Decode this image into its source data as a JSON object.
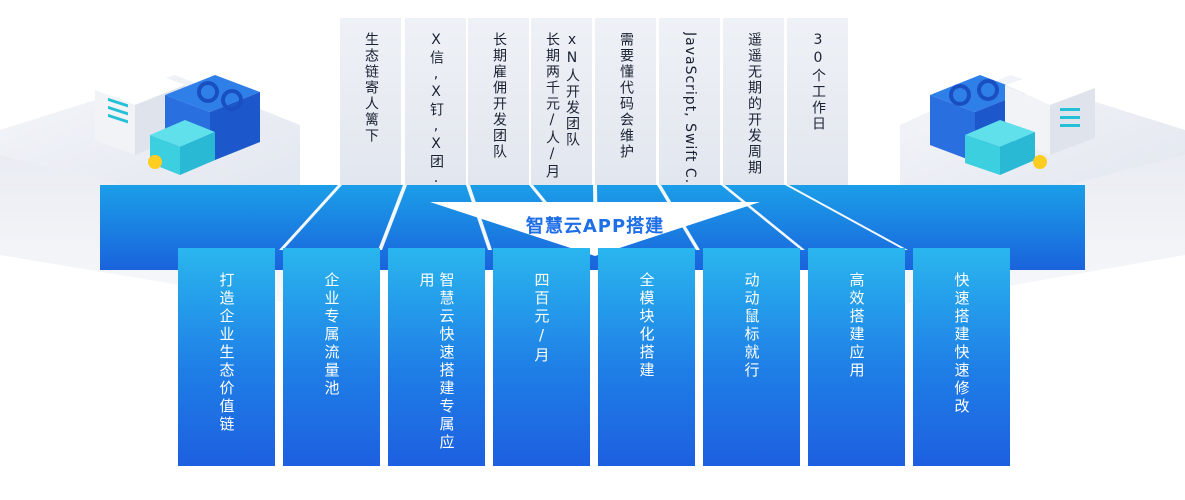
{
  "banner": {
    "title": "智慧云APP搭建"
  },
  "top_columns": [
    {
      "text": "生态链寄人篱下",
      "sideways": false
    },
    {
      "text": "X信,X钉,X团..",
      "sideways": false
    },
    {
      "text": "长期雇佣开发团队",
      "sideways": false
    },
    {
      "text": "xN人开发团队\n长期两千元/人/月",
      "sideways": false
    },
    {
      "text": "需要懂代码会维护",
      "sideways": false
    },
    {
      "text": "JavaScript, Swift C..",
      "sideways": true
    },
    {
      "text": "遥遥无期的开发周期",
      "sideways": false
    },
    {
      "text": "30个工作日",
      "sideways": false
    }
  ],
  "bottom_columns": [
    {
      "text": "打造企业生态价值链"
    },
    {
      "text": "企业专属流量池"
    },
    {
      "text": "智慧云快速搭建专属应用"
    },
    {
      "text": "四百元/月"
    },
    {
      "text": "全模块化搭建"
    },
    {
      "text": "动动鼠标就行"
    },
    {
      "text": "高效搭建应用"
    },
    {
      "text": "快速搭建快速修改"
    }
  ],
  "colors": {
    "accent": "#1e6ee8",
    "column_top": "#2ab6ee",
    "column_bottom": "#1d5fe0",
    "grey_panel": "#e6e9f0"
  },
  "icons": {
    "left_platform": "server-blocks-icon",
    "right_platform": "server-blocks-icon"
  }
}
